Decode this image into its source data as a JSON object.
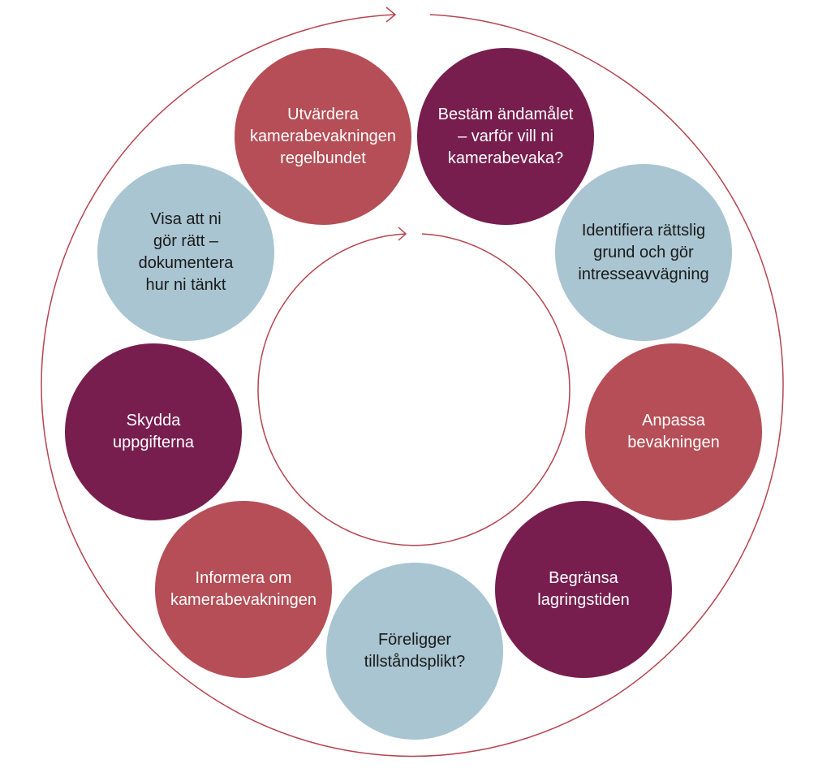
{
  "diagram": {
    "colors": {
      "rose": "#B54E56",
      "plum": "#771E4F",
      "blue": "#A9C5D1",
      "arrow": "#B5444F"
    },
    "steps": [
      {
        "label": "Bestäm ändamålet\n– varför vill ni\nkamerabevaka?",
        "color": "plum"
      },
      {
        "label": "Identifiera rättslig\ngrund och gör\nintresseavvägning",
        "color": "blue"
      },
      {
        "label": "Anpassa\nbevakningen",
        "color": "rose"
      },
      {
        "label": "Begränsa\nlagringstiden",
        "color": "plum"
      },
      {
        "label": "Föreligger\ntillståndsplikt?",
        "color": "blue"
      },
      {
        "label": "Informera om\nkamerabevakningen",
        "color": "rose"
      },
      {
        "label": "Skydda\nuppgifterna",
        "color": "plum"
      },
      {
        "label": "Visa att ni\ngör rätt –\ndokumentera\nhur ni tänkt",
        "color": "blue"
      },
      {
        "label": "Utvärdera\nkamerabevakningen\nregelbundet",
        "color": "rose"
      }
    ]
  }
}
